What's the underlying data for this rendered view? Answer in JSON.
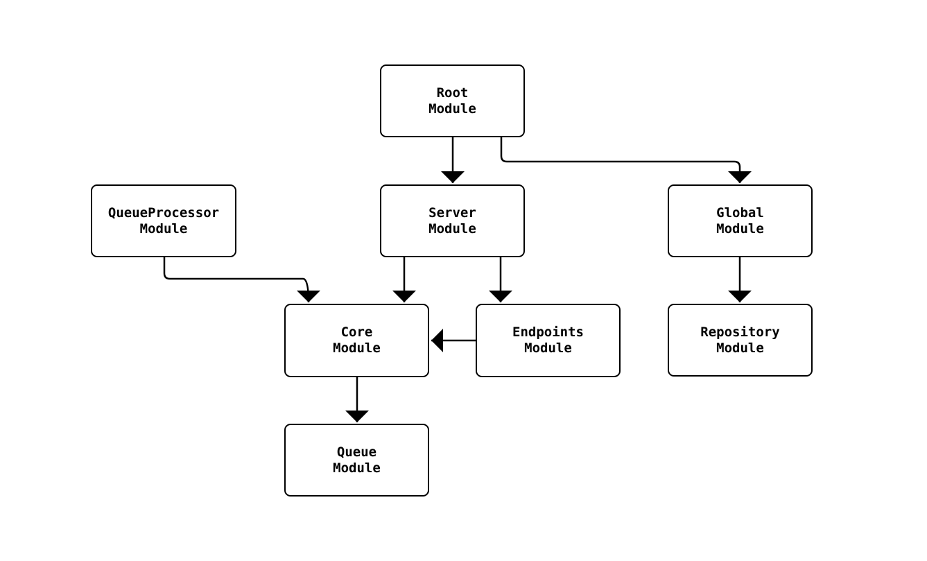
{
  "diagram": {
    "type": "flowchart",
    "background": "#ffffff",
    "node_style": {
      "fill": "#ffffff",
      "border": "#000000",
      "text": "#000000"
    },
    "edge_color": "#000000",
    "nodes": [
      {
        "id": "root",
        "label": "Root\nModule"
      },
      {
        "id": "server",
        "label": "Server\nModule"
      },
      {
        "id": "queueprocessor",
        "label": "QueueProcessor\nModule"
      },
      {
        "id": "global",
        "label": "Global\nModule"
      },
      {
        "id": "core",
        "label": "Core\nModule"
      },
      {
        "id": "endpoints",
        "label": "Endpoints\nModule"
      },
      {
        "id": "repository",
        "label": "Repository\nModule"
      },
      {
        "id": "queue",
        "label": "Queue\nModule"
      }
    ],
    "edges": [
      {
        "from": "root",
        "to": "server"
      },
      {
        "from": "root",
        "to": "global"
      },
      {
        "from": "queueprocessor",
        "to": "core"
      },
      {
        "from": "server",
        "to": "core"
      },
      {
        "from": "server",
        "to": "endpoints"
      },
      {
        "from": "endpoints",
        "to": "core"
      },
      {
        "from": "global",
        "to": "repository"
      },
      {
        "from": "core",
        "to": "queue"
      }
    ]
  }
}
